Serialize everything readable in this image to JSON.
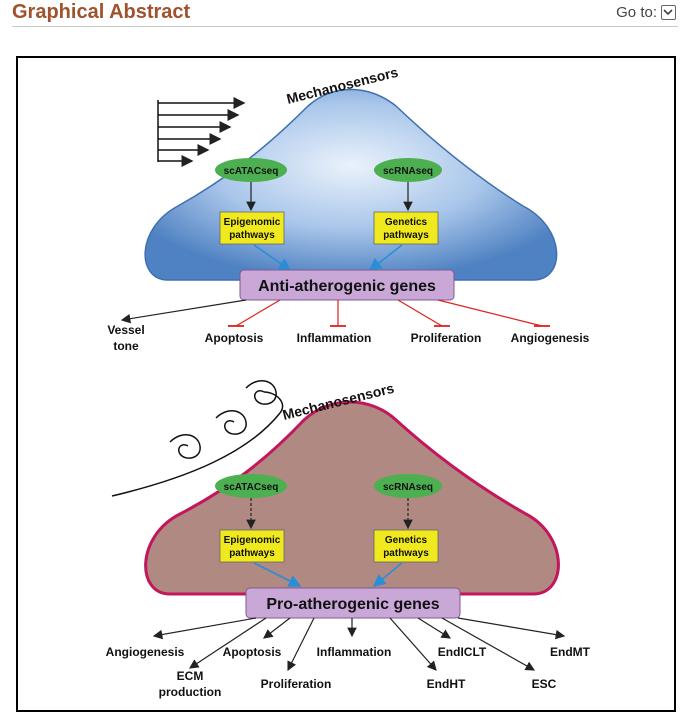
{
  "header": {
    "title": "Graphical Abstract",
    "goto_label": "Go to:",
    "goto_icon": "chevron-down-icon"
  },
  "colors": {
    "title": "#a0522d",
    "top_cell": "#6f9fd8",
    "bottom_cell": "#b08a82",
    "bottom_border": "#c2185b",
    "oval": "#4caf50",
    "box": "#f0e91e",
    "gene_box": "#c9a8d8"
  },
  "top_panel": {
    "mechanosensors": "Mechanosensors",
    "flow_icon": "laminar-flow-arrows-icon",
    "ovals": [
      "scATACseq",
      "scRNAseq"
    ],
    "boxes": [
      [
        "Epigenomic",
        "pathways"
      ],
      [
        "Genetics",
        "pathways"
      ]
    ],
    "genes": "Anti-atherogenic genes",
    "outcomes": [
      [
        "Vessel",
        "tone"
      ],
      [
        "Apoptosis"
      ],
      [
        "Inflammation"
      ],
      [
        "Proliferation"
      ],
      [
        "Angiogenesis"
      ]
    ]
  },
  "bottom_panel": {
    "mechanosensors": "Mechanosensors",
    "flow_icon": "disturbed-flow-swirl-icon",
    "ovals": [
      "scATACseq",
      "scRNAseq"
    ],
    "boxes": [
      [
        "Epigenomic",
        "pathways"
      ],
      [
        "Genetics",
        "pathways"
      ]
    ],
    "genes": "Pro-atherogenic genes",
    "outcomes": [
      [
        "Angiogenesis"
      ],
      [
        "ECM",
        "production"
      ],
      [
        "Apoptosis"
      ],
      [
        "Proliferation"
      ],
      [
        "Inflammation"
      ],
      [
        "EndHT"
      ],
      [
        "EndICLT"
      ],
      [
        "ESC"
      ],
      [
        "EndMT"
      ]
    ]
  }
}
